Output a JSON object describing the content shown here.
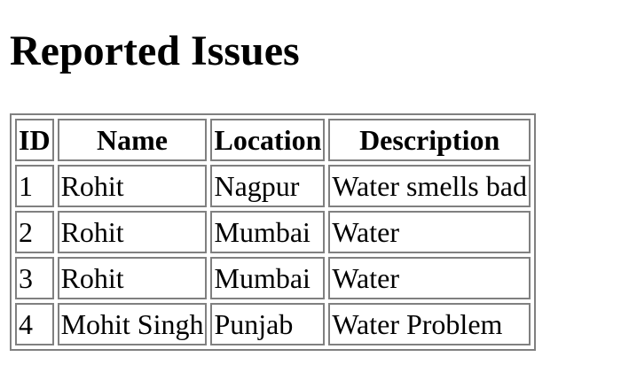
{
  "page": {
    "title": "Reported Issues"
  },
  "table": {
    "headers": [
      "ID",
      "Name",
      "Location",
      "Description"
    ],
    "rows": [
      [
        "1",
        "Rohit",
        "Nagpur",
        "Water smells bad"
      ],
      [
        "2",
        "Rohit",
        "Mumbai",
        "Water"
      ],
      [
        "3",
        "Rohit",
        "Mumbai",
        "Water"
      ],
      [
        "4",
        "Mohit Singh",
        "Punjab",
        "Water Problem"
      ]
    ]
  }
}
